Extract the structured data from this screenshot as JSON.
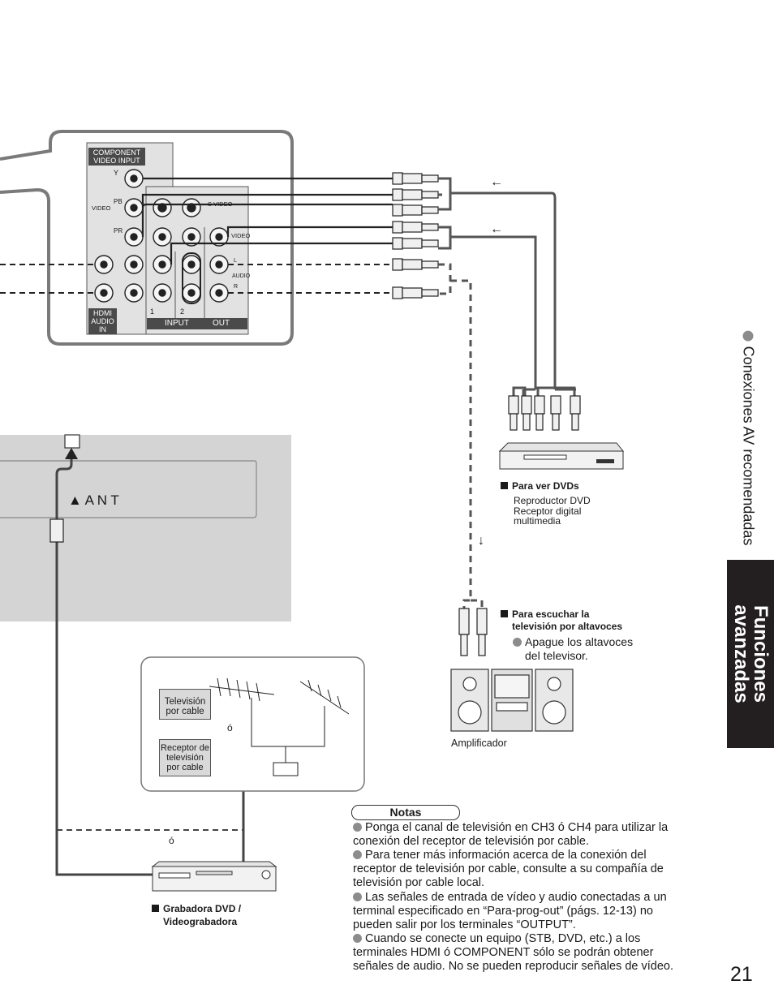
{
  "tv_panel": {
    "component_label": "COMPONENT VIDEO INPUT",
    "y_label": "Y",
    "pb_label": "PB",
    "pr_label": "PR",
    "video_side_label": "VIDEO",
    "svideo_label": "S VIDEO",
    "video_label": "VIDEO",
    "audio_label": "AUDIO",
    "hdmi_label": "HDMI AUDIO IN",
    "input_label": "INPUT",
    "out_label": "OUT",
    "num1": "1",
    "num2": "2",
    "l_label": "L",
    "r_label": "R"
  },
  "antenna_panel": {
    "ant_label": "▲ A N T"
  },
  "arrows": {
    "left_arrow_1": "←",
    "left_arrow_2": "←",
    "down_arrow": "↓"
  },
  "dvd_section": {
    "title": "Para ver DVDs",
    "desc_lines": [
      "Reproductor DVD",
      "Receptor digital",
      "multimedia"
    ]
  },
  "speaker_section": {
    "title_lines": [
      "Para escuchar la",
      "televisión por altavoces"
    ],
    "bullet_lines": [
      "Apague los altavoces",
      "del televisor."
    ],
    "amp_label": "Amplificador"
  },
  "cable_box": {
    "cable_tv": "Televisión por cable",
    "or_label": "ó",
    "receiver": "Receptor de televisión por cable"
  },
  "recorder": {
    "or_label": "ó",
    "title_lines": [
      "Grabadora DVD /",
      "Videograbadora"
    ]
  },
  "notes": {
    "header": "Notas",
    "items": [
      [
        "Ponga el canal de televisión en CH3 ó CH4 para utilizar la",
        "conexión del receptor de televisión por cable."
      ],
      [
        "Para tener más información acerca de la conexión del",
        "receptor de televisión por cable, consulte a su compañía de",
        "televisión por cable local."
      ],
      [
        "Las señales de entrada de vídeo y audio conectadas a un",
        "terminal especificado en “Para-prog-out” (págs. 12-13) no",
        "pueden salir por los terminales “OUTPUT”."
      ],
      [
        "Cuando se conecte un equipo (STB, DVD, etc.) a los",
        "terminales HDMI ó COMPONENT sólo se podrán obtener",
        "señales de audio. No se pueden reproducir señales de vídeo."
      ]
    ]
  },
  "sidebar": {
    "section": "Conexiones AV recomendadas",
    "tab_line1": "Funciones",
    "tab_line2": "avanzadas"
  },
  "page_number": "21",
  "colors": {
    "tab_bg": "#231f20",
    "panel_gray": "#d9d9d9",
    "bullet_gray": "#8c8c8c"
  }
}
